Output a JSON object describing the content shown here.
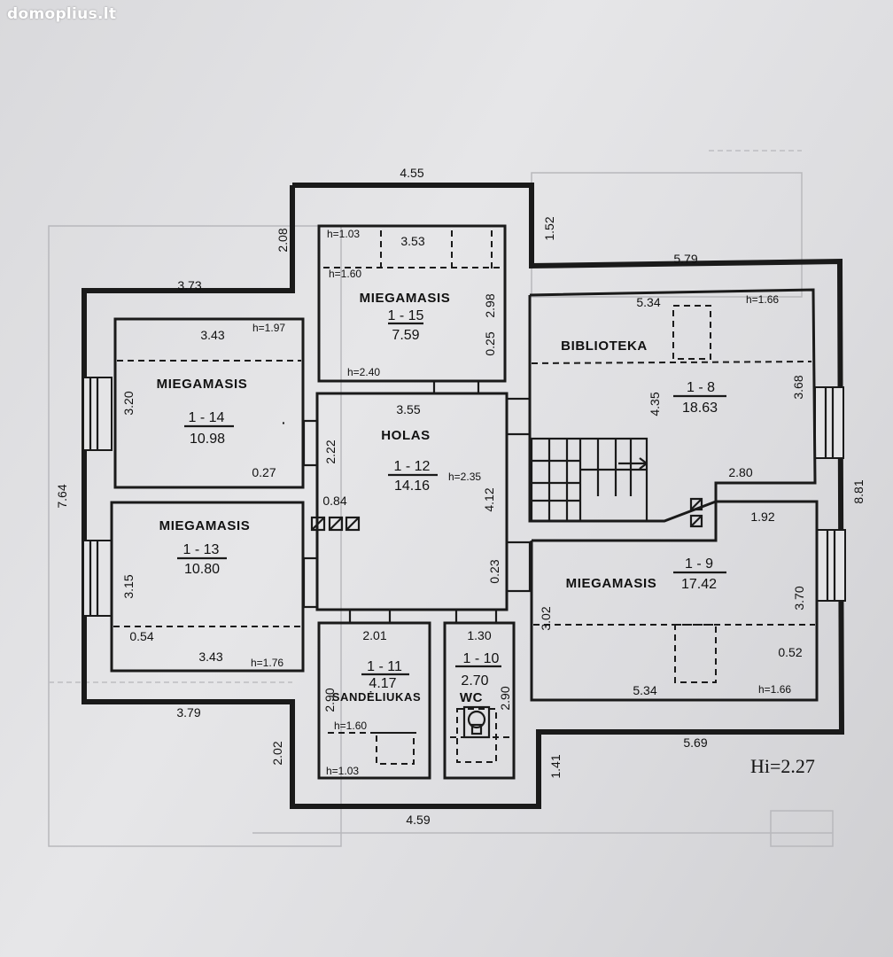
{
  "watermark": "domoplius.lt",
  "plan": {
    "total_height_label": "Hi=2.27",
    "rooms": [
      {
        "id": "1-15",
        "name": "MIEGAMASIS",
        "code": "1 - 15",
        "area": "7.59"
      },
      {
        "id": "1-14",
        "name": "MIEGAMASIS",
        "code": "1 - 14",
        "area": "10.98"
      },
      {
        "id": "1-13",
        "name": "MIEGAMASIS",
        "code": "1 - 13",
        "area": "10.80"
      },
      {
        "id": "1-12",
        "name": "HOLAS",
        "code": "1 - 12",
        "area": "14.16"
      },
      {
        "id": "1-8",
        "name": "BIBLIOTEKA",
        "code": "1 - 8",
        "area": "18.63"
      },
      {
        "id": "1-9",
        "name": "MIEGAMASIS",
        "code": "1 - 9",
        "area": "17.42"
      },
      {
        "id": "1-11",
        "name": "SANDĖLIUKAS",
        "code": "1 - 11",
        "area": "4.17"
      },
      {
        "id": "1-10",
        "name": "WC",
        "code": "1 - 10",
        "area": "2.70"
      }
    ],
    "dimensions": [
      "4.55",
      "2.08",
      "1.52",
      "5.79",
      "3.73",
      "3.53",
      "2.98",
      "0.25",
      "5.34",
      "3.43",
      "3.20",
      "0.27",
      "2.22",
      "3.55",
      "4.35",
      "3.68",
      "2.80",
      "0.84",
      "4.12",
      "7.64",
      "8.81",
      "1.92",
      "3.15",
      "0.54",
      "3.43",
      "0.23",
      "3.02",
      "3.70",
      "0.52",
      "5.34",
      "2.01",
      "1.30",
      "2.90",
      "2.90",
      "3.79",
      "2.02",
      "1.41",
      "5.69",
      "4.59"
    ],
    "heights": [
      "h=1.03",
      "h=1.60",
      "h=1.97",
      "h=2.40",
      "h=1.66",
      "h=2.35",
      "h=1.76",
      "h=1.60",
      "h=1.03",
      "h=1.66"
    ]
  }
}
